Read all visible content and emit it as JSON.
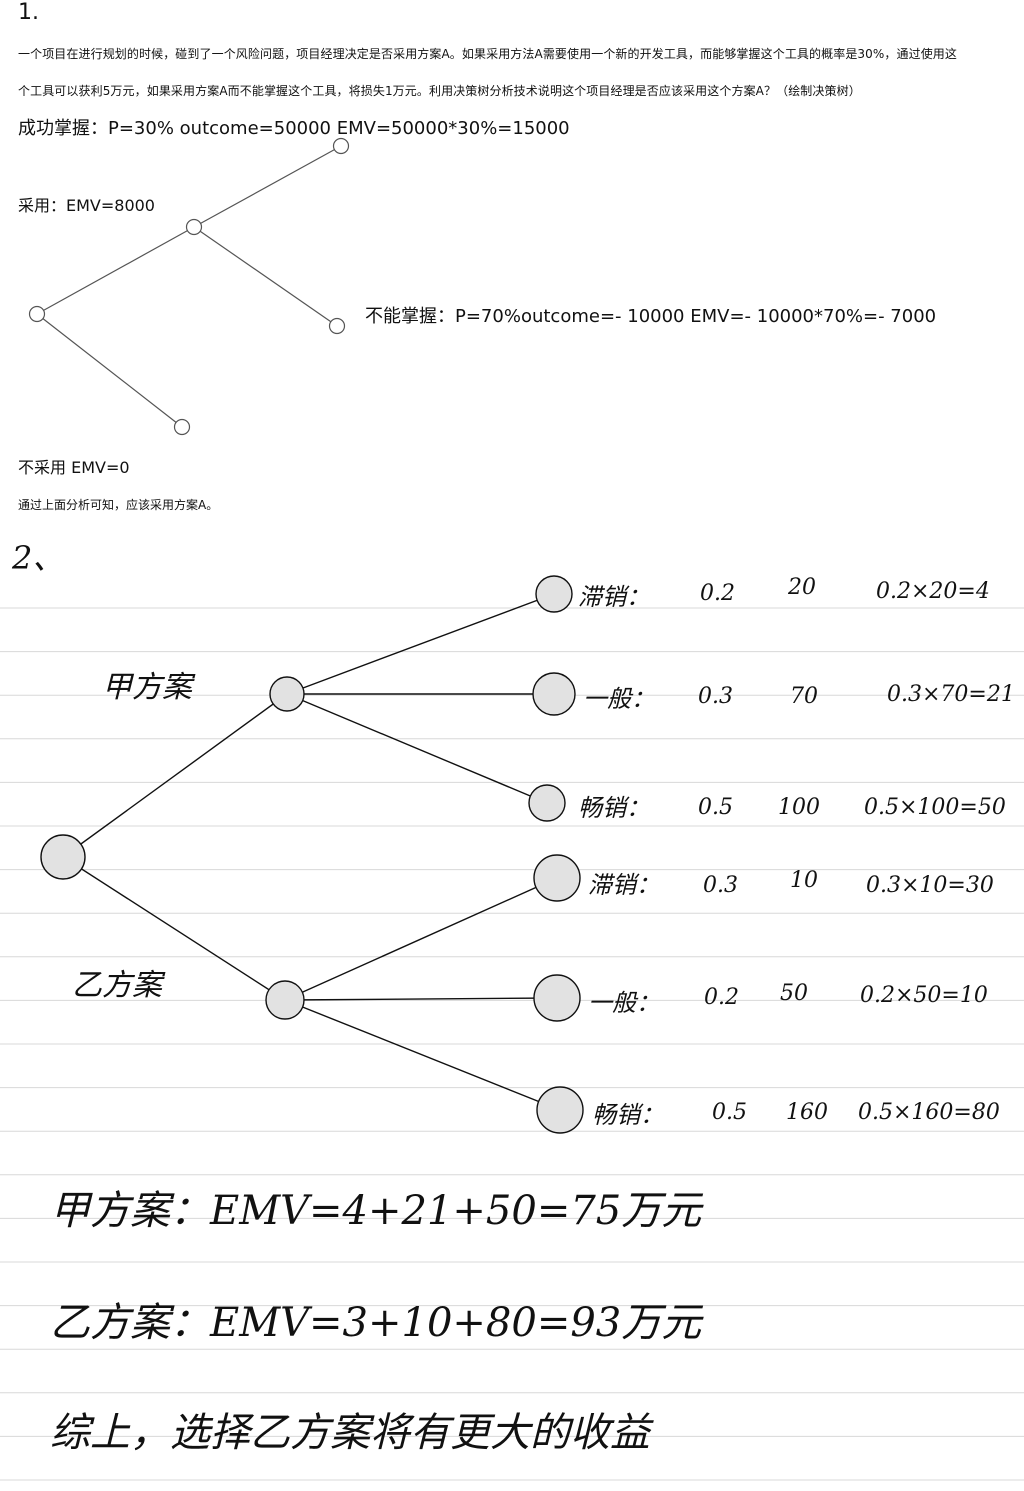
{
  "section1": {
    "number": "1.",
    "question_line1": "一个项目在进行规划的时候，碰到了一个风险问题，项目经理决定是否采用方案A。如果采用方法A需要使用一个新的开发工具，而能够掌握这个工具的概率是30%，通过使用这",
    "question_line2": "个工具可以获利5万元，如果采用方案A而不能掌握这个工具，将损失1万元。利用决策树分析技术说明这个项目经理是否应该采用这个方案A？（绘制决策树）",
    "success_label": "成功掌握：P=30% outcome=50000   EMV=50000*30%=15000",
    "adopt_label": "采用：EMV=8000",
    "fail_label": "不能掌握：P=70%outcome=- 10000  EMV=- 10000*70%=- 7000",
    "not_adopt_label": "不采用 EMV=0",
    "conclusion": "通过上面分析可知，应该采用方案A。"
  },
  "section2": {
    "number": "2、",
    "plan_a_label": "甲方案",
    "plan_b_label": "乙方案",
    "plan_a_branches": [
      {
        "label": "滞销：",
        "prob": "0.2",
        "outcome": "20",
        "calc": "0.2×20=4"
      },
      {
        "label": "一般：",
        "prob": "0.3",
        "outcome": "70",
        "calc": "0.3×70=21"
      },
      {
        "label": "畅销：",
        "prob": "0.5",
        "outcome": "100",
        "calc": "0.5×100=50"
      }
    ],
    "plan_b_branches": [
      {
        "label": "滞销：",
        "prob": "0.3",
        "outcome": "10",
        "calc": "0.3×10=30"
      },
      {
        "label": "一般：",
        "prob": "0.2",
        "outcome": "50",
        "calc": "0.2×50=10"
      },
      {
        "label": "畅销：",
        "prob": "0.5",
        "outcome": "160",
        "calc": "0.5×160=80"
      }
    ],
    "summary_a": "甲方案：EMV=4+21+50=75万元",
    "summary_b": "乙方案：EMV=3+10+80=93万元",
    "summary_conclusion": "综上，选择乙方案将有更大的收益"
  },
  "colors": {
    "ruled_line": "#d8d8d8",
    "node_fill": "#e2e2e2",
    "node_stroke": "#111111",
    "tree1_line": "#555555"
  }
}
